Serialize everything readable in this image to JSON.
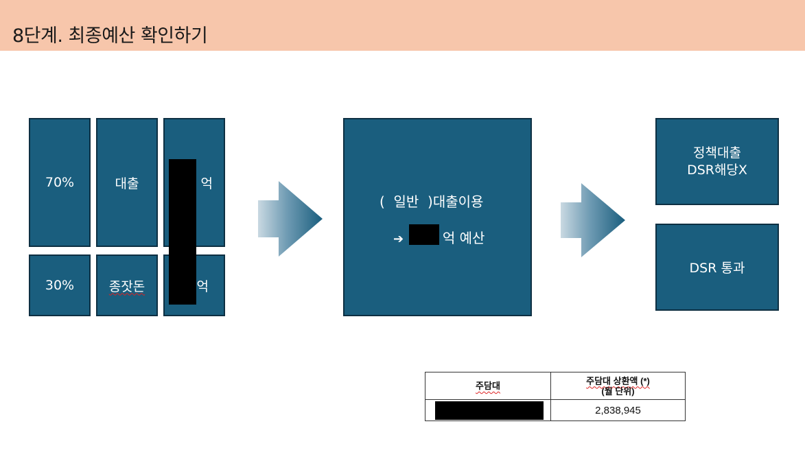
{
  "header": {
    "title": "8단계. 최종예산 확인하기"
  },
  "ratio_grid": {
    "row1": {
      "ratio": "70%",
      "label": "대출",
      "unit": "억"
    },
    "row2": {
      "ratio": "30%",
      "label": "종잣돈",
      "unit": "억"
    }
  },
  "loan_box": {
    "line1": "(  일반  )대출이용",
    "arrow_glyph": "➔",
    "line2_suffix": "억 예산"
  },
  "outcomes": {
    "policy_loan": [
      "정책대출",
      "DSR해당X"
    ],
    "dsr_pass": "DSR 통과"
  },
  "repayment_table": {
    "headers": [
      "주담대",
      "주담대 상환액 (*)",
      "(월 단위)"
    ],
    "row": {
      "monthly_repayment": "2,838,945"
    }
  },
  "colors": {
    "header_bg": "#f7c6ab",
    "box_fill": "#1a5e7e",
    "box_border": "#0d2f42",
    "redaction": "#000000"
  }
}
